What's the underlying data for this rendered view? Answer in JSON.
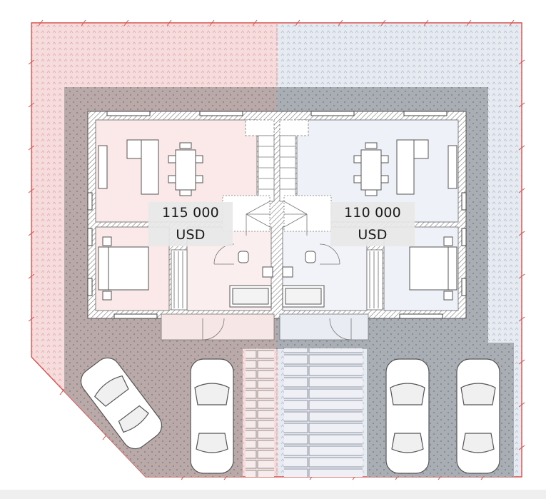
{
  "units": [
    {
      "id": "left",
      "price": "115 000",
      "currency": "USD",
      "tint": "#f8dede"
    },
    {
      "id": "right",
      "price": "110 000",
      "currency": "USD",
      "tint": "#e4e8f0"
    }
  ],
  "colors": {
    "boundary": "#d9534f",
    "wall": "#8a8a8a",
    "paving": "#a9a9a9",
    "furniture": "#555555",
    "tag_background": "#e8e8e8"
  },
  "icons": [
    "car-icon",
    "bed-icon",
    "sofa-icon",
    "dining-table-icon",
    "stair-icon",
    "toilet-icon",
    "bathtub-icon",
    "door-swing-icon"
  ]
}
